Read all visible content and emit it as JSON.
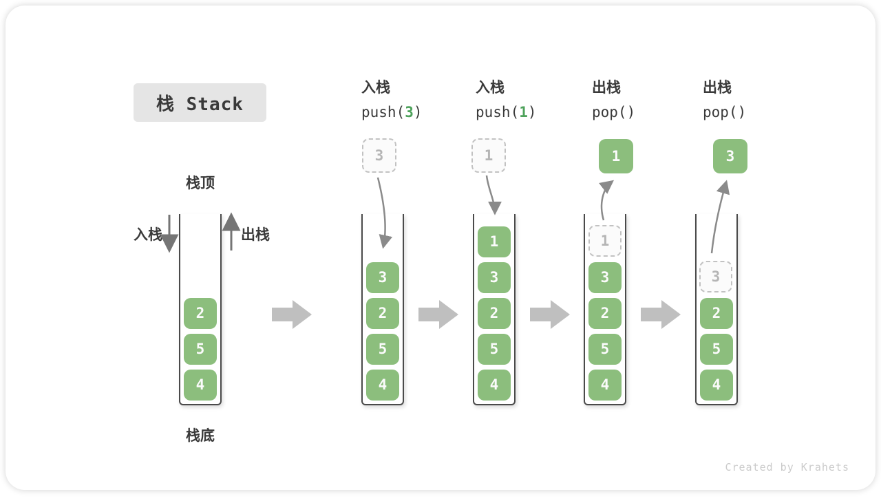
{
  "title": "栈 Stack",
  "watermark": "Created by Krahets",
  "stack_labels": {
    "top": "栈顶",
    "bottom": "栈底",
    "push_side": "入栈",
    "pop_side": "出栈"
  },
  "operations": [
    {
      "zh": "入栈",
      "code_prefix": "push(",
      "code_arg": "3",
      "code_suffix": ")"
    },
    {
      "zh": "入栈",
      "code_prefix": "push(",
      "code_arg": "1",
      "code_suffix": ")"
    },
    {
      "zh": "出栈",
      "code_prefix": "pop()",
      "code_arg": "",
      "code_suffix": ""
    },
    {
      "zh": "出栈",
      "code_prefix": "pop()",
      "code_arg": "",
      "code_suffix": ""
    }
  ],
  "stacks": [
    {
      "items": [
        "2",
        "5",
        "4"
      ]
    },
    {
      "items": [
        "3",
        "2",
        "5",
        "4"
      ],
      "incoming": "3"
    },
    {
      "items": [
        "1",
        "3",
        "2",
        "5",
        "4"
      ],
      "incoming": "1"
    },
    {
      "items": [
        "3",
        "2",
        "5",
        "4"
      ],
      "ghost": "1",
      "popped": "1"
    },
    {
      "items": [
        "2",
        "5",
        "4"
      ],
      "ghost": "3",
      "popped": "3"
    }
  ],
  "colors": {
    "item_green": "#8cbe7d",
    "code_arg_green": "#4ea25b",
    "arrow_gray": "#8a8a8a",
    "block_arrow_gray": "#bfbfbf",
    "title_bg": "#e5e5e5",
    "text_dark": "#3a3a3a",
    "ghost_gray": "#b5b5b5"
  }
}
